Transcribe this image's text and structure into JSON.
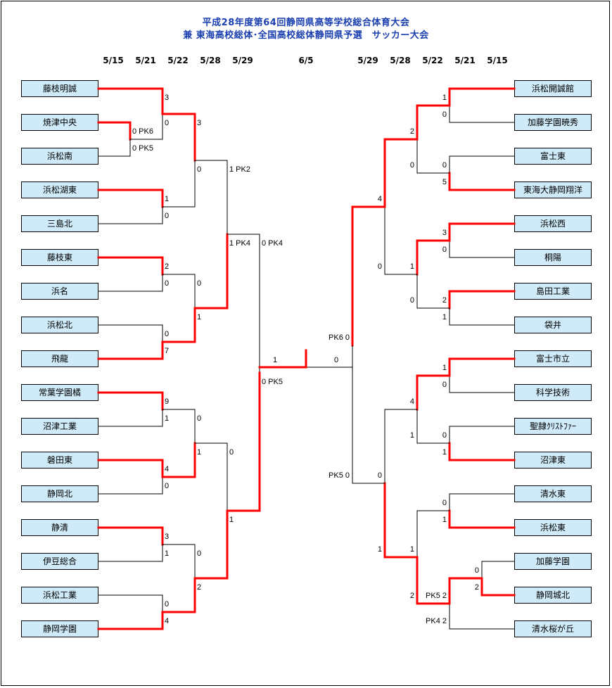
{
  "title": {
    "line1": "平成28年度第64回静岡県高等学校総合体育大会",
    "line2": "兼 東海高校総体･全国高校総体静岡県予選　サッカー大会"
  },
  "colors": {
    "winner_line": "#ff0000",
    "loser_line": "#000000",
    "team_box": "#cfeaf9",
    "title": "#1a3fb0"
  },
  "dates": {
    "left": [
      "5/15",
      "5/21",
      "5/22",
      "5/28",
      "5/29"
    ],
    "final": "6/5",
    "right": [
      "5/29",
      "5/28",
      "5/22",
      "5/21",
      "5/15"
    ]
  },
  "left_teams": [
    "藤枝明誠",
    "焼津中央",
    "浜松南",
    "浜松湖東",
    "三島北",
    "藤枝東",
    "浜名",
    "浜松北",
    "飛龍",
    "常葉学園橘",
    "沼津工業",
    "磐田東",
    "静岡北",
    "静清",
    "伊豆総合",
    "浜松工業",
    "静岡学園"
  ],
  "right_teams": [
    "浜松開誠館",
    "加藤学園暁秀",
    "富士東",
    "東海大静岡翔洋",
    "浜松西",
    "桐陽",
    "島田工業",
    "袋井",
    "富士市立",
    "科学技術",
    "聖隷ｸﾘｽﾄﾌｧｰ",
    "沼津東",
    "清水東",
    "浜松東",
    "加藤学園",
    "静岡城北",
    "清水桜が丘"
  ],
  "left_matches": [
    {
      "round": "pre",
      "a": "焼津中央",
      "b": "浜松南",
      "score_a": "0 PK6",
      "score_b": "0 PK5",
      "winner": "焼津中央"
    },
    {
      "round": "r1",
      "a": "藤枝明誠",
      "b": "焼津中央",
      "score_a": "3",
      "score_b": "0",
      "winner": "藤枝明誠"
    },
    {
      "round": "r1",
      "a": "浜松湖東",
      "b": "三島北",
      "score_a": "1",
      "score_b": "0",
      "winner": "浜松湖東"
    },
    {
      "round": "r1",
      "a": "藤枝東",
      "b": "浜名",
      "score_a": "2",
      "score_b": "0",
      "winner": "藤枝東"
    },
    {
      "round": "r1",
      "a": "浜松北",
      "b": "飛龍",
      "score_a": "0",
      "score_b": "7",
      "winner": "飛龍"
    },
    {
      "round": "r1",
      "a": "常葉学園橘",
      "b": "沼津工業",
      "score_a": "9",
      "score_b": "1",
      "winner": "常葉学園橘"
    },
    {
      "round": "r1",
      "a": "磐田東",
      "b": "静岡北",
      "score_a": "4",
      "score_b": "0",
      "winner": "磐田東"
    },
    {
      "round": "r1",
      "a": "静清",
      "b": "伊豆総合",
      "score_a": "3",
      "score_b": "1",
      "winner": "静清"
    },
    {
      "round": "r1",
      "a": "浜松工業",
      "b": "静岡学園",
      "score_a": "0",
      "score_b": "4",
      "winner": "静岡学園"
    },
    {
      "round": "r2",
      "a": "藤枝明誠",
      "b": "浜松湖東",
      "score_a": "3",
      "score_b": "0",
      "winner": "藤枝明誠"
    },
    {
      "round": "r2",
      "a": "藤枝東",
      "b": "飛龍",
      "score_a": "0",
      "score_b": "1",
      "winner": "飛龍"
    },
    {
      "round": "r2",
      "a": "常葉学園橘",
      "b": "磐田東",
      "score_a": "0",
      "score_b": "1",
      "winner": "磐田東"
    },
    {
      "round": "r2",
      "a": "静清",
      "b": "静岡学園",
      "score_a": "0",
      "score_b": "2",
      "winner": "静岡学園"
    },
    {
      "round": "r3",
      "a": "藤枝明誠",
      "b": "飛龍",
      "score_a": "1 PK2",
      "score_b": "1 PK4",
      "winner": "飛龍"
    },
    {
      "round": "r3",
      "a": "磐田東",
      "b": "静岡学園",
      "score_a": "0",
      "score_b": "1",
      "winner": "静岡学園"
    },
    {
      "round": "sf",
      "a": "飛龍",
      "b": "静岡学園",
      "score_a": "0 PK4",
      "score_b": "0 PK5",
      "winner": "静岡学園"
    }
  ],
  "right_matches": [
    {
      "round": "r1",
      "a": "浜松開誠館",
      "b": "加藤学園暁秀",
      "score_a": "1",
      "score_b": "0",
      "winner": "浜松開誠館"
    },
    {
      "round": "r1",
      "a": "富士東",
      "b": "東海大静岡翔洋",
      "score_a": "0",
      "score_b": "5",
      "winner": "東海大静岡翔洋"
    },
    {
      "round": "r1",
      "a": "浜松西",
      "b": "桐陽",
      "score_a": "3",
      "score_b": "0",
      "winner": "浜松西"
    },
    {
      "round": "r1",
      "a": "島田工業",
      "b": "袋井",
      "score_a": "2",
      "score_b": "1",
      "winner": "島田工業"
    },
    {
      "round": "r1",
      "a": "富士市立",
      "b": "科学技術",
      "score_a": "1",
      "score_b": "0",
      "winner": "富士市立"
    },
    {
      "round": "r1",
      "a": "聖隷ｸﾘｽﾄﾌｧｰ",
      "b": "沼津東",
      "score_a": "0",
      "score_b": "1",
      "winner": "沼津東"
    },
    {
      "round": "r1",
      "a": "清水東",
      "b": "浜松東",
      "score_a": "0",
      "score_b": "1",
      "winner": "浜松東"
    },
    {
      "round": "pre",
      "a": "加藤学園",
      "b": "静岡城北",
      "score_a": "0",
      "score_b": "2",
      "winner": "静岡城北"
    },
    {
      "round": "r1",
      "a": "静岡城北",
      "b": "清水桜が丘",
      "score_a": "PK5 2",
      "score_b": "PK4 2",
      "winner": "静岡城北"
    },
    {
      "round": "r2",
      "a": "浜松開誠館",
      "b": "東海大静岡翔洋",
      "score_a": "2",
      "score_b": "0",
      "winner": "浜松開誠館"
    },
    {
      "round": "r2",
      "a": "浜松西",
      "b": "島田工業",
      "score_a": "1",
      "score_b": "0",
      "winner": "浜松西"
    },
    {
      "round": "r2",
      "a": "富士市立",
      "b": "沼津東",
      "score_a": "4",
      "score_b": "1",
      "winner": "富士市立"
    },
    {
      "round": "r2",
      "a": "浜松東",
      "b": "静岡城北",
      "score_a": "1",
      "score_b": "2",
      "winner": "静岡城北"
    },
    {
      "round": "r3",
      "a": "浜松開誠館",
      "b": "浜松西",
      "score_a": "4",
      "score_b": "0",
      "winner": "浜松開誠館"
    },
    {
      "round": "r3",
      "a": "富士市立",
      "b": "静岡城北",
      "score_a": "0",
      "score_b": "1",
      "winner": "静岡城北"
    },
    {
      "round": "sf",
      "a": "浜松開誠館",
      "b": "静岡城北",
      "score_a": "PK6 0",
      "score_b": "PK5 0",
      "winner": "浜松開誠館"
    }
  ],
  "final": {
    "a": "静岡学園",
    "b": "浜松開誠館",
    "score_a": "1",
    "score_b": "0",
    "winner": "静岡学園"
  }
}
